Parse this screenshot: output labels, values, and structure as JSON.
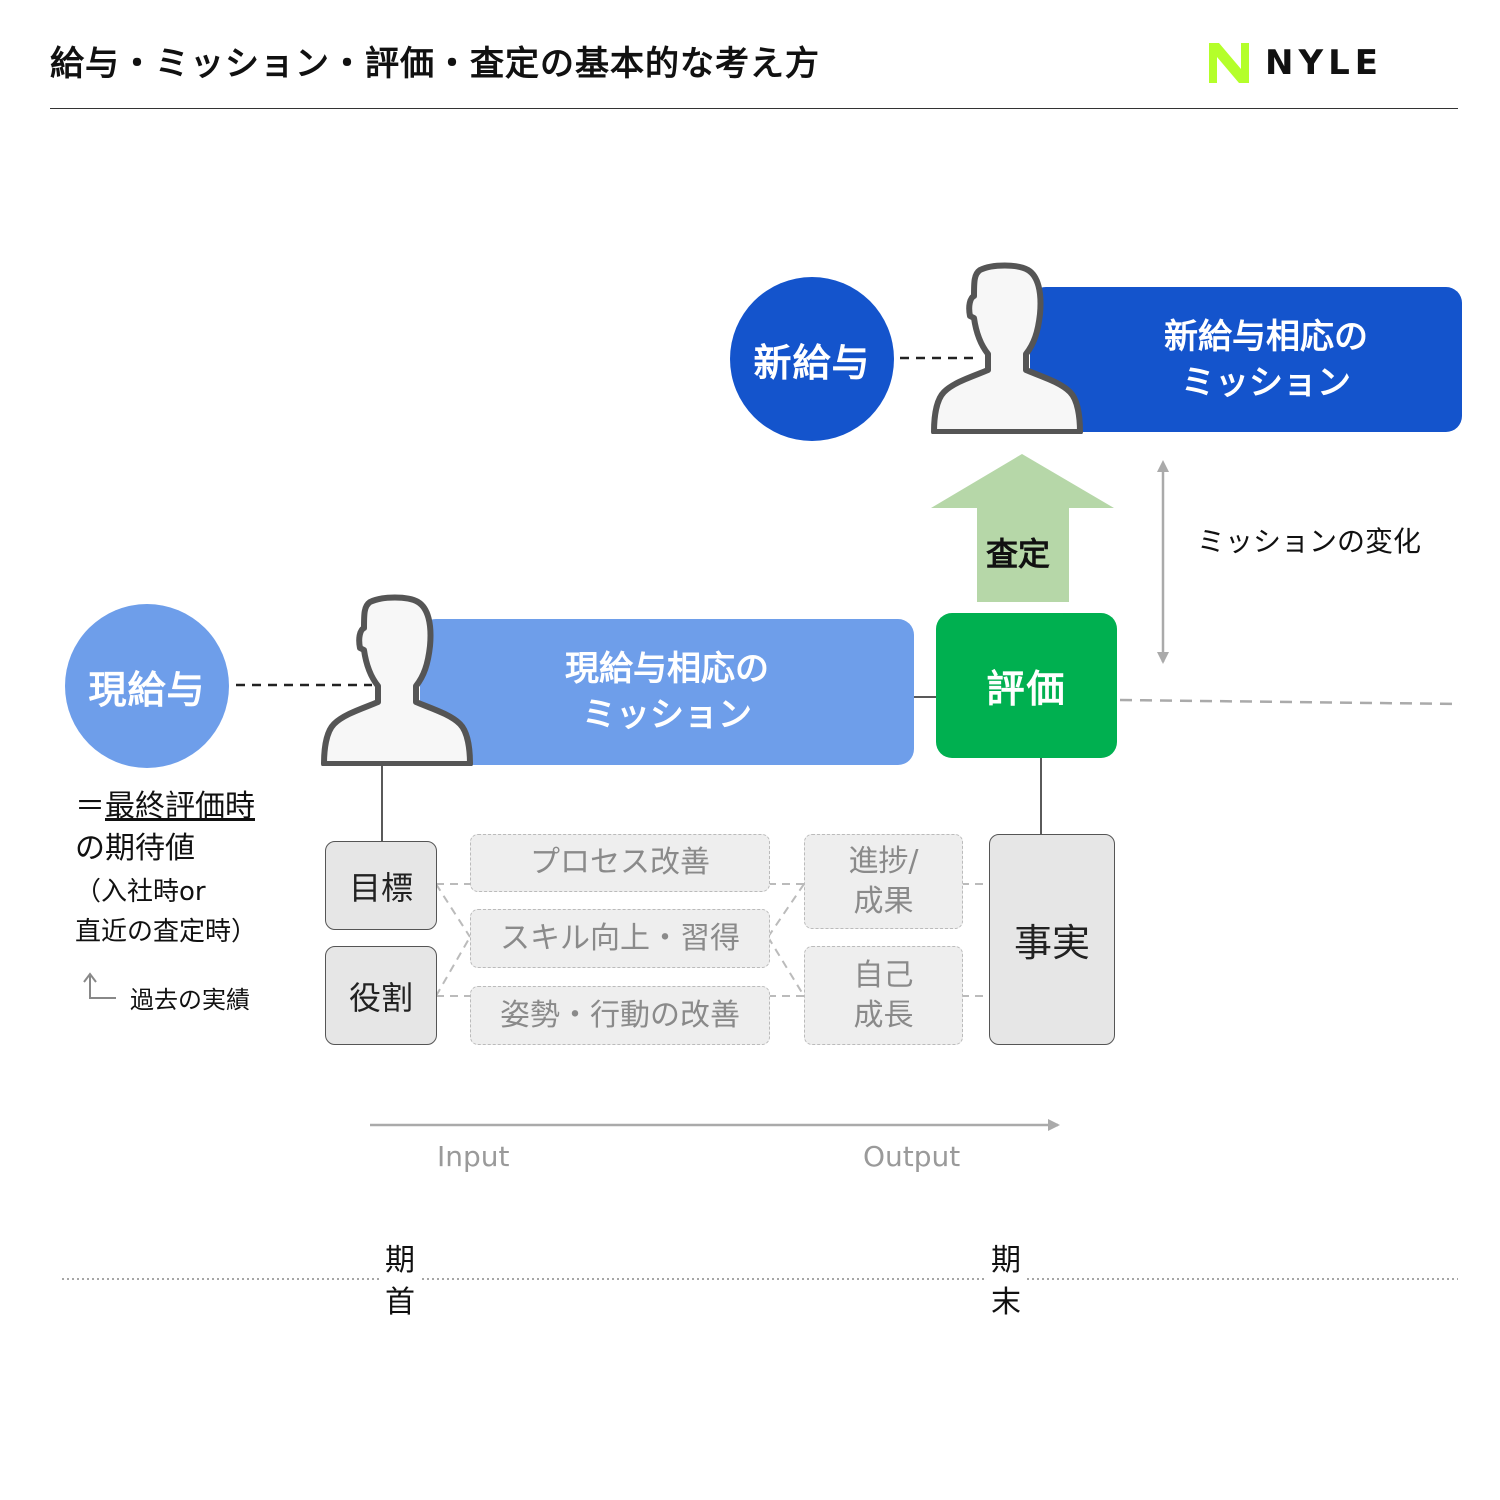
{
  "header": {
    "title": "給与・ミッション・評価・査定の基本的な考え方",
    "logo_text": "NYLE",
    "logo_mark_color": "#b4ff2a"
  },
  "new_salary": {
    "label": "新給与",
    "color": "#1454cc"
  },
  "new_mission": {
    "line1": "新給与相応の",
    "line2": "ミッション",
    "color": "#1454cc"
  },
  "satei": {
    "label": "査定",
    "arrow_color": "#b6d7a8"
  },
  "mission_change": {
    "label": "ミッションの変化"
  },
  "current_salary": {
    "label": "現給与",
    "color": "#6e9eea"
  },
  "current_mission": {
    "line1": "現給与相応の",
    "line2": "ミッション",
    "color": "#6e9eea"
  },
  "evaluation": {
    "label": "評価",
    "color": "#00b050"
  },
  "expectation": {
    "prefix": "＝",
    "underlined": "最終評価時",
    "line2": "の期待値",
    "sub_line1": "（入社時or",
    "sub_line2": "直近の査定時）",
    "past_label": "過去の実績"
  },
  "inputs": {
    "goal": "目標",
    "role": "役割"
  },
  "activities": {
    "process": "プロセス改善",
    "skill": "スキル向上・習得",
    "attitude": "姿勢・行動の改善"
  },
  "outputs": {
    "progress_line1": "進捗/",
    "progress_line2": "成果",
    "growth_line1": "自己",
    "growth_line2": "成長"
  },
  "fact": {
    "label": "事実"
  },
  "flow": {
    "input_label": "Input",
    "output_label": "Output"
  },
  "period": {
    "start_line1": "期",
    "start_line2": "首",
    "end_line1": "期",
    "end_line2": "末"
  }
}
